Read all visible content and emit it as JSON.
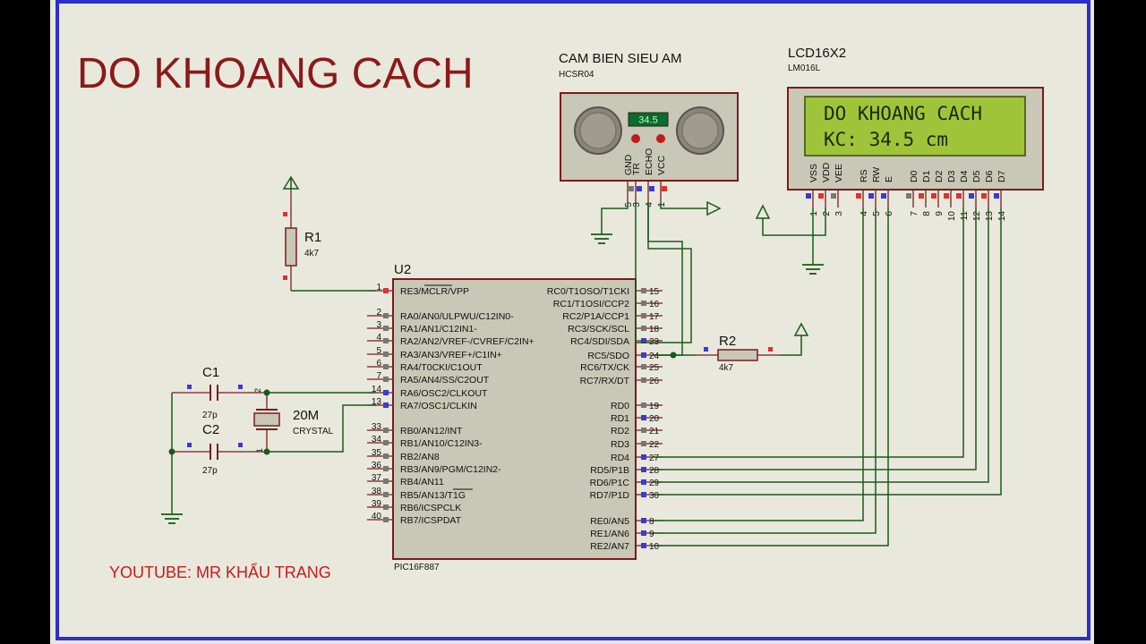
{
  "title": "DO KHOANG CACH",
  "footer": "YOUTUBE: MR KHẨU TRANG",
  "sensor": {
    "label": "CAM BIEN SIEU AM",
    "model": "HCSR04",
    "display": "34.5",
    "pins": [
      {
        "name": "GND",
        "num": "5"
      },
      {
        "name": "TR",
        "num": "3"
      },
      {
        "name": "ECHO",
        "num": "4"
      },
      {
        "name": "VCC",
        "num": "1"
      }
    ]
  },
  "lcd": {
    "label": "LCD16X2",
    "model": "LM016L",
    "line1": "DO KHOANG CACH",
    "line2": "KC: 34.5 cm",
    "pins": [
      {
        "name": "VSS",
        "num": "1"
      },
      {
        "name": "VDD",
        "num": "2"
      },
      {
        "name": "VEE",
        "num": "3"
      },
      {
        "name": "RS",
        "num": "4"
      },
      {
        "name": "RW",
        "num": "5"
      },
      {
        "name": "E",
        "num": "6"
      },
      {
        "name": "D0",
        "num": "7"
      },
      {
        "name": "D1",
        "num": "8"
      },
      {
        "name": "D2",
        "num": "9"
      },
      {
        "name": "D3",
        "num": "10"
      },
      {
        "name": "D4",
        "num": "11"
      },
      {
        "name": "D5",
        "num": "12"
      },
      {
        "name": "D6",
        "num": "13"
      },
      {
        "name": "D7",
        "num": "14"
      }
    ]
  },
  "mcu": {
    "ref": "U2",
    "part": "PIC16F887",
    "left_pins": [
      {
        "num": "1",
        "label": "RE3/MCLR/VPP"
      },
      {
        "num": "2",
        "label": "RA0/AN0/ULPWU/C12IN0-"
      },
      {
        "num": "3",
        "label": "RA1/AN1/C12IN1-"
      },
      {
        "num": "4",
        "label": "RA2/AN2/VREF-/CVREF/C2IN+"
      },
      {
        "num": "5",
        "label": "RA3/AN3/VREF+/C1IN+"
      },
      {
        "num": "6",
        "label": "RA4/T0CKI/C1OUT"
      },
      {
        "num": "7",
        "label": "RA5/AN4/SS/C2OUT"
      },
      {
        "num": "14",
        "label": "RA6/OSC2/CLKOUT"
      },
      {
        "num": "13",
        "label": "RA7/OSC1/CLKIN"
      },
      {
        "num": "33",
        "label": "RB0/AN12/INT"
      },
      {
        "num": "34",
        "label": "RB1/AN10/C12IN3-"
      },
      {
        "num": "35",
        "label": "RB2/AN8"
      },
      {
        "num": "36",
        "label": "RB3/AN9/PGM/C12IN2-"
      },
      {
        "num": "37",
        "label": "RB4/AN11"
      },
      {
        "num": "38",
        "label": "RB5/AN13/T1G"
      },
      {
        "num": "39",
        "label": "RB6/ICSPCLK"
      },
      {
        "num": "40",
        "label": "RB7/ICSPDAT"
      }
    ],
    "right_pins": [
      {
        "num": "15",
        "label": "RC0/T1OSO/T1CKI"
      },
      {
        "num": "16",
        "label": "RC1/T1OSI/CCP2"
      },
      {
        "num": "17",
        "label": "RC2/P1A/CCP1"
      },
      {
        "num": "18",
        "label": "RC3/SCK/SCL"
      },
      {
        "num": "23",
        "label": "RC4/SDI/SDA"
      },
      {
        "num": "24",
        "label": "RC5/SDO"
      },
      {
        "num": "25",
        "label": "RC6/TX/CK"
      },
      {
        "num": "26",
        "label": "RC7/RX/DT"
      },
      {
        "num": "19",
        "label": "RD0"
      },
      {
        "num": "20",
        "label": "RD1"
      },
      {
        "num": "21",
        "label": "RD2"
      },
      {
        "num": "22",
        "label": "RD3"
      },
      {
        "num": "27",
        "label": "RD4"
      },
      {
        "num": "28",
        "label": "RD5/P1B"
      },
      {
        "num": "29",
        "label": "RD6/P1C"
      },
      {
        "num": "30",
        "label": "RD7/P1D"
      },
      {
        "num": "8",
        "label": "RE0/AN5"
      },
      {
        "num": "9",
        "label": "RE1/AN6"
      },
      {
        "num": "10",
        "label": "RE2/AN7"
      }
    ]
  },
  "r1": {
    "ref": "R1",
    "value": "4k7"
  },
  "r2": {
    "ref": "R2",
    "value": "4k7"
  },
  "c1": {
    "ref": "C1",
    "value": "27p"
  },
  "c2": {
    "ref": "C2",
    "value": "27p"
  },
  "crystal": {
    "value": "20M",
    "type": "CRYSTAL",
    "pin1": "1",
    "pin2": "2"
  },
  "colors": {
    "background": "#e9e8dd",
    "frame": "#2a2fcf",
    "component_outline": "#7a1c1c",
    "component_fill": "#c9c7b6",
    "wire": "#1a5a1a",
    "title": "#8b1a1a",
    "lcd_screen": "#9fc43a",
    "lcd_text": "#1c2a08",
    "sensor_display": "#0b6b2a"
  }
}
